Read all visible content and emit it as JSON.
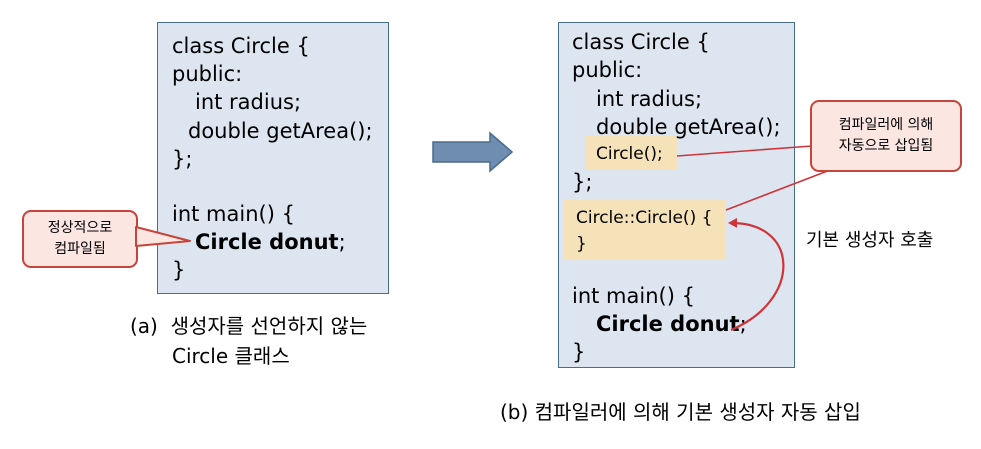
{
  "left_panel": {
    "lines": [
      "class Circle {",
      "public:",
      "int radius;",
      "double getArea();",
      "};",
      "int main() {",
      "Circle donut",
      ";",
      "}"
    ]
  },
  "left_callout": {
    "line1": "정상적으로",
    "line2": "컴파일됨"
  },
  "left_caption": {
    "line1": "(a)  생성자를 선언하지 않는",
    "line2": "Circle 클래스"
  },
  "right_panel": {
    "lines": [
      "class Circle {",
      "public:",
      "int radius;",
      "double getArea();",
      "Circle();",
      "};",
      "Circle::Circle() {",
      "}",
      "int main() {",
      "Circle donut",
      ";",
      "}"
    ]
  },
  "right_callout": {
    "line1": "컴파일러에 의해",
    "line2": "자동으로 삽입됨"
  },
  "right_note": "기본 생성자 호출",
  "right_caption": "(b) 컴파일러에 의해 기본 생성자 자동 삽입",
  "colors": {
    "panel_fill": "#dde6f0",
    "panel_border": "#4a6c8c",
    "highlight": "#f5e2b8",
    "callout_border": "#c8433a",
    "arrow_red": "#d0343a",
    "block_arrow": "#6f8db1"
  }
}
